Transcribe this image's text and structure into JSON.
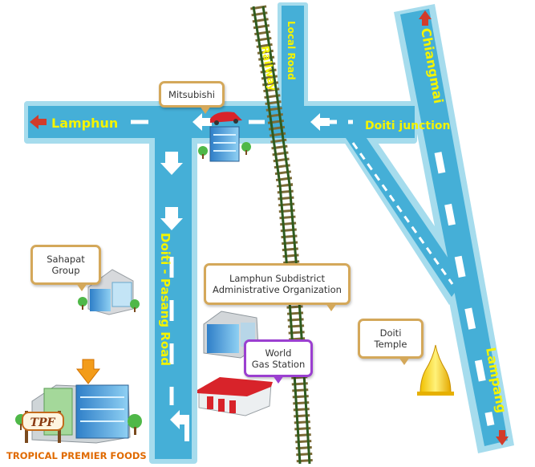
{
  "roads": {
    "lamphun": "Lamphun",
    "doiti_junction": "Doiti junction",
    "doiti_pasang": "Doiti - Pasang Road",
    "local_road": "Local Road",
    "railway": "Railway",
    "chiangmai": "Chiangmai",
    "lampang": "Lampang"
  },
  "places": {
    "mitsubishi": "Mitsubishi",
    "sahapat": [
      "Sahapat",
      "Group"
    ],
    "lamphun_org": [
      "Lamphun Subdistrict",
      "Administrative Organization"
    ],
    "world_gas": [
      "World",
      "Gas Station"
    ],
    "doiti_temple": [
      "Doiti",
      "Temple"
    ]
  },
  "company": {
    "logo_text": "TPF",
    "name": "TROPICAL PREMIER FOODS"
  },
  "colors": {
    "road_fill": "#45afd7",
    "road_edge": "#a6dced",
    "label_yellow": "#f4f400",
    "callout_border": "#d4a85a",
    "gas_callout_border": "#9b3fd0",
    "company_text": "#e06a00",
    "arrow_red": "#d23b2a"
  }
}
